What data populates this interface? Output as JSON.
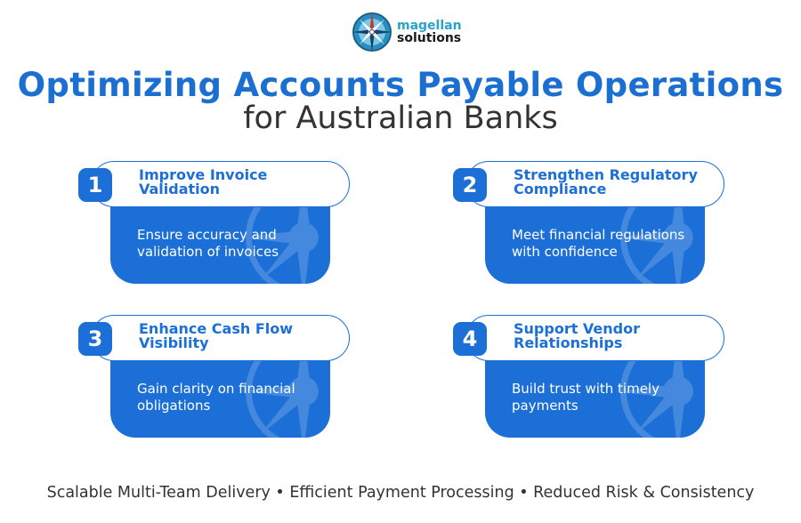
{
  "logo": {
    "line1": "magellan",
    "line2": "solutions",
    "icon": "compass-icon"
  },
  "header": {
    "title_line1": "Optimizing Accounts Payable Operations",
    "title_line2": "for Australian Banks"
  },
  "cards": [
    {
      "number": "1",
      "title": "Improve Invoice Validation",
      "title_l1": "Improve Invoice",
      "title_l2": "Validation",
      "description": "Ensure accuracy and validation of invoices"
    },
    {
      "number": "2",
      "title": "Strengthen Regulatory Compliance",
      "title_l1": "Strengthen Regulatory",
      "title_l2": "Compliance",
      "description": "Meet financial regulations with confidence"
    },
    {
      "number": "3",
      "title": "Enhance Cash Flow Visibility",
      "title_l1": "Enhance Cash Flow",
      "title_l2": "Visibility",
      "description": "Gain clarity on financial obligations"
    },
    {
      "number": "4",
      "title": "Support Vendor Relationships",
      "title_l1": "Support Vendor",
      "title_l2": "Relationships",
      "description": "Build trust with timely payments"
    }
  ],
  "footer": {
    "text": "Scalable Multi-Team Delivery • Efficient Payment Processing • Reduced Risk & Consistency"
  },
  "colors": {
    "accent": "#1b6fd6",
    "title_blue": "#1a6fd1",
    "text_dark": "#333333",
    "logo_teal": "#2aa3c6"
  }
}
